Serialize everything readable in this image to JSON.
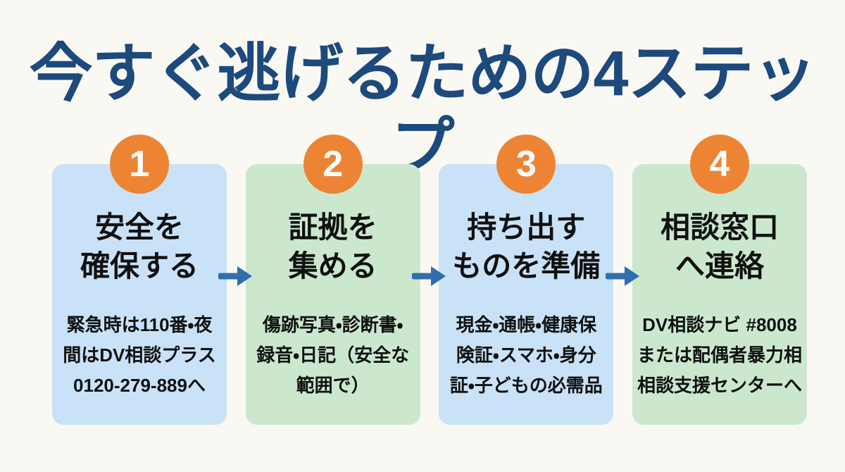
{
  "title": {
    "text": "今すぐ逃げるための4ステップ"
  },
  "colors": {
    "background": "#faf8f3",
    "title": "#1d4a7d",
    "card_blue": "#c9e2f7",
    "card_green": "#cbe8cf",
    "circle_orange": "#ed8433",
    "arrow_blue": "#2f6fad",
    "text_black": "#111111"
  },
  "steps": [
    {
      "number": "1",
      "variant": "blue",
      "heading": "安全を\n確保する",
      "body": "緊急時は110番・夜\n間はDV相談プラス\n0120-279-889へ"
    },
    {
      "number": "2",
      "variant": "green",
      "heading": "証拠を\n集める",
      "body": "傷跡写真・診断書・\n録音・日記（安全な\n範囲で）"
    },
    {
      "number": "3",
      "variant": "blue",
      "heading": "持ち出す\nものを準備",
      "body": "現金・通帳・健康保\n険証・スマホ・身分\n証・子どもの必需品"
    },
    {
      "number": "4",
      "variant": "green",
      "heading": "相談窓口\nへ連絡",
      "body": "DV相談ナビ #8008\nまたは配偶者暴力相\n相談支援センターへ"
    }
  ]
}
